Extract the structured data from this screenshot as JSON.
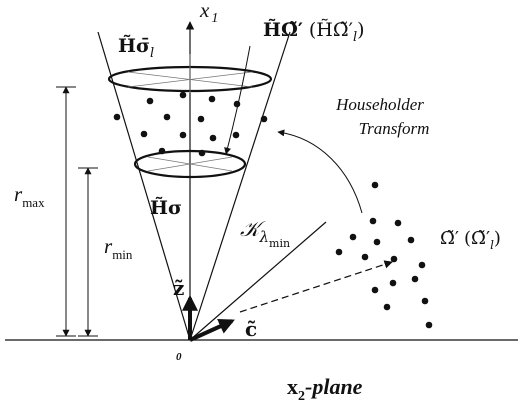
{
  "labels": {
    "axis_x1": "x",
    "axis_x1_sub": "1",
    "h_sigma_l": "H̃σ̄",
    "h_sigma_l_sub": "l",
    "h_omega_main": "H̃Ω̃′",
    "h_omega_paren": "(H̃Ω̃′",
    "h_omega_paren_sub": "l",
    "h_omega_paren_close": ")",
    "householder_line1": "Householder",
    "householder_line2": "Transform",
    "r_max": "r",
    "r_max_sub": "max",
    "r_min": "r",
    "r_min_sub": "min",
    "h_sigma": "H̃σ",
    "kappa": "𝒦",
    "kappa_sub": "λ",
    "kappa_subsub": "min",
    "omega_main": "Ω̃′",
    "omega_paren": "(Ω̃′",
    "omega_paren_sub": "l",
    "omega_paren_close": ")",
    "z_vec": "z̃",
    "c_vec": "c̃",
    "origin": "0",
    "x2_bold": "x",
    "x2_sub": "2",
    "x2_plane": "-plane"
  },
  "colors": {
    "ink": "#111111"
  }
}
